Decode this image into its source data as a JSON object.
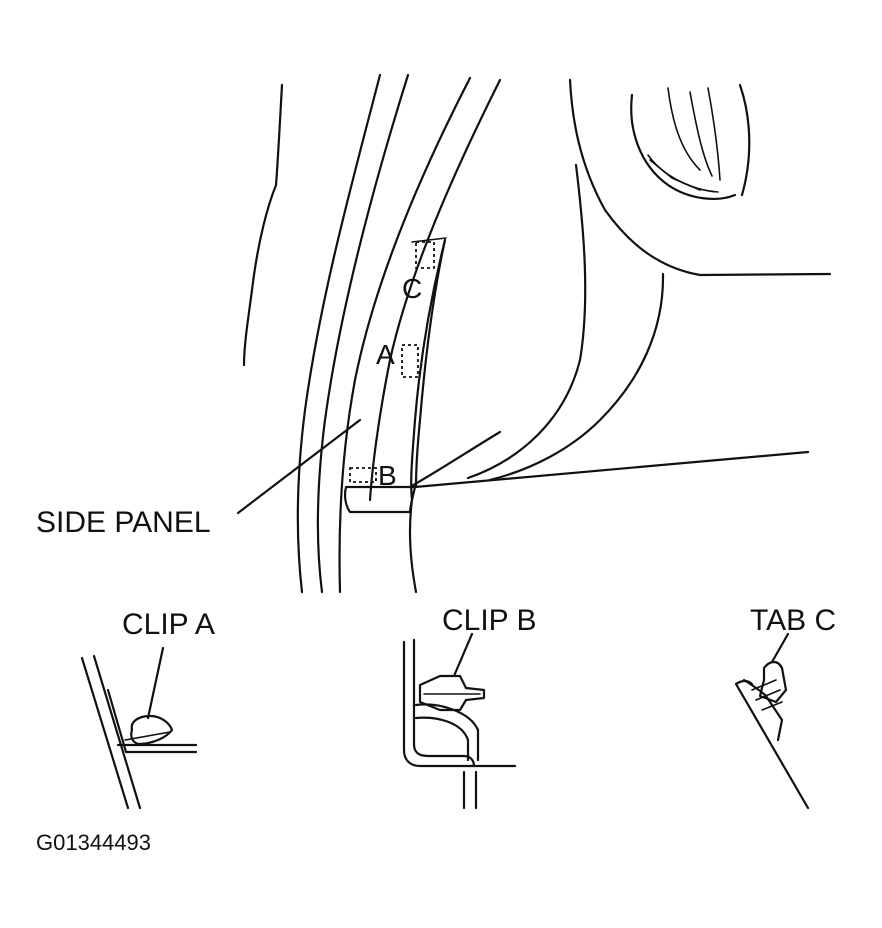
{
  "labels": {
    "side_panel": "SIDE PANEL",
    "mark_a": "A",
    "mark_b": "B",
    "mark_c": "C",
    "clip_a": "CLIP A",
    "clip_b": "CLIP B",
    "tab_c": "TAB C",
    "figure_id": "G01344493"
  }
}
